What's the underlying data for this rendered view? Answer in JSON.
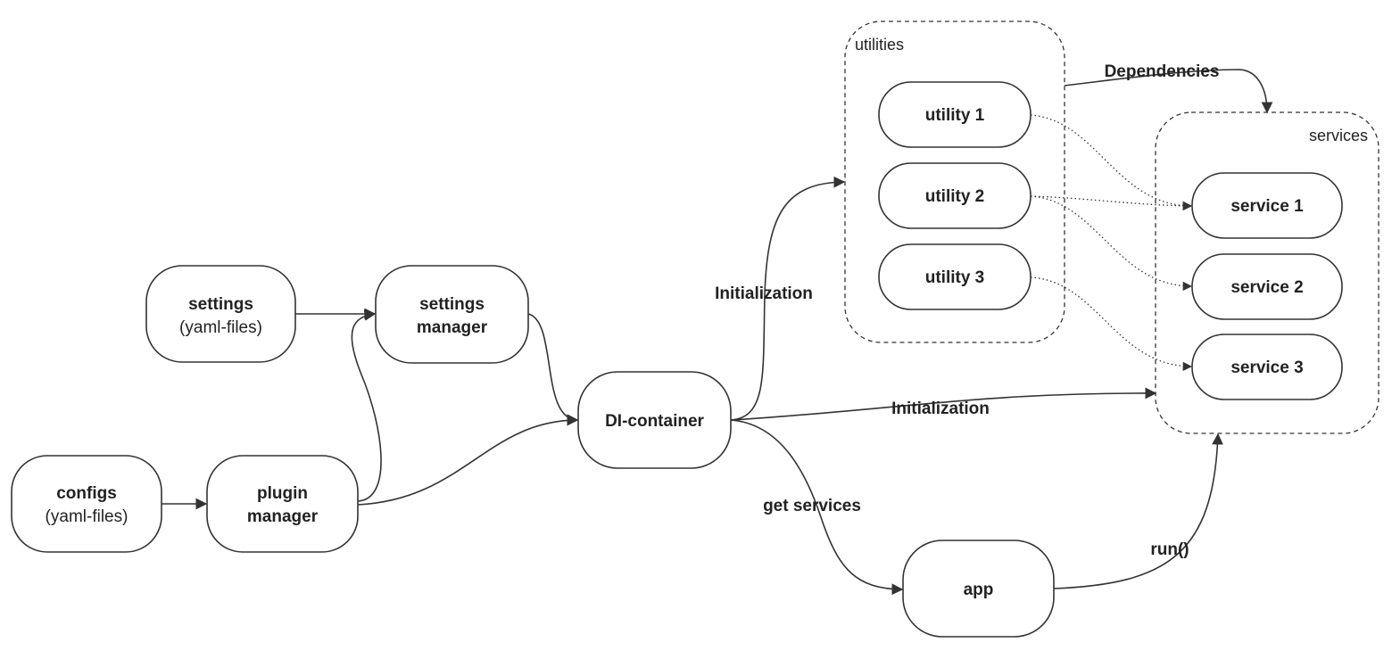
{
  "groups": {
    "utilities": {
      "label": "utilities"
    },
    "services": {
      "label": "services"
    }
  },
  "nodes": {
    "settings": {
      "title": "settings",
      "subtitle": "(yaml-files)"
    },
    "configs": {
      "title": "configs",
      "subtitle": "(yaml-files)"
    },
    "settings_manager": {
      "line1": "settings",
      "line2": "manager"
    },
    "plugin_manager": {
      "line1": "plugin",
      "line2": "manager"
    },
    "di_container": {
      "label": "DI-container"
    },
    "app": {
      "label": "app"
    },
    "utility_1": {
      "label": "utility 1"
    },
    "utility_2": {
      "label": "utility 2"
    },
    "utility_3": {
      "label": "utility 3"
    },
    "service_1": {
      "label": "service 1"
    },
    "service_2": {
      "label": "service 2"
    },
    "service_3": {
      "label": "service 3"
    }
  },
  "edges": {
    "init_utilities": "Initialization",
    "init_services": "Initialization",
    "get_services": "get services",
    "run": "run()",
    "dependencies": "Dependencies"
  }
}
